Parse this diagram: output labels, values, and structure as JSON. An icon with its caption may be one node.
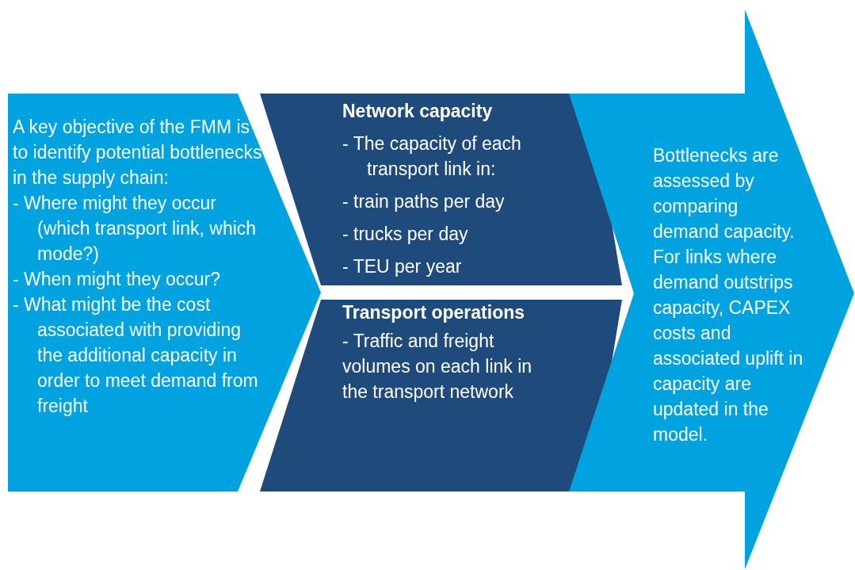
{
  "diagram": {
    "nodes": [
      {
        "text": [
          "A key objective of the FMM is to identify potential bottlenecks in the supply chain:",
          "- Where might they occur (which transport link, which mode?)",
          "- When might they occur?",
          "- What  might be the cost associated with providing the additional capacity in order to meet demand from freight"
        ]
      },
      {
        "text": [
          "Network capacity",
          "- The capacity of each transport link in:",
          "- train paths per day",
          "- trucks per day",
          "- TEU per year"
        ]
      },
      {
        "text": [
          "Transport operations",
          "- Traffic and freight volumes on each link in the transport network"
        ]
      },
      {
        "text": [
          "Bottlenecks are assessed by comparing demand capacity. For links where demand outstrips capacity, CAPEX costs and associated uplift in capacity are updated in the model."
        ]
      }
    ]
  }
}
